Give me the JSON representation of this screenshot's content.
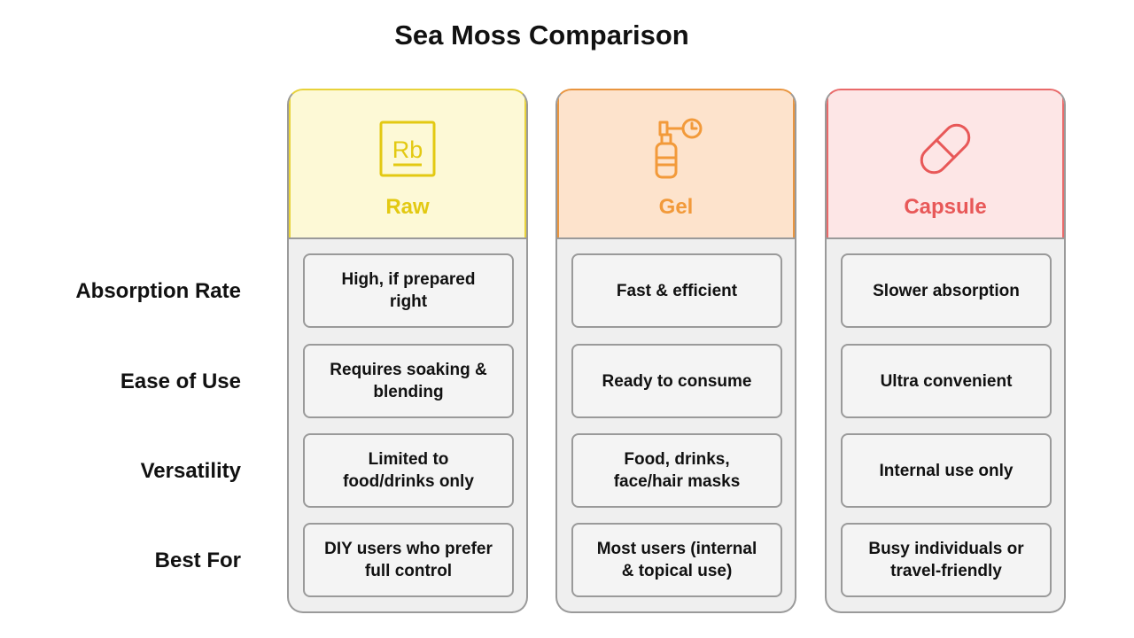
{
  "title": "Sea Moss Comparison",
  "row_labels": [
    "Absorption Rate",
    "Ease of Use",
    "Versatility",
    "Best For"
  ],
  "columns": [
    {
      "title": "Raw",
      "icon": "rb-element-icon",
      "icon_text": "Rb",
      "accent": "#e3c912",
      "header_bg": "#fdf9d6",
      "border": "#e8d23a",
      "cells": [
        "High, if prepared right",
        "Requires soaking & blending",
        "Limited to food/drinks only",
        "DIY users who prefer full control"
      ]
    },
    {
      "title": "Gel",
      "icon": "spray-bottle-timer-icon",
      "accent": "#f29a3a",
      "header_bg": "#fde3cc",
      "border": "#e9953f",
      "cells": [
        "Fast & efficient",
        "Ready to consume",
        "Food, drinks, face/hair masks",
        "Most users (internal & topical use)"
      ]
    },
    {
      "title": "Capsule",
      "icon": "pill-capsule-icon",
      "accent": "#e85858",
      "header_bg": "#fde6e6",
      "border": "#e96a6a",
      "cells": [
        "Slower absorption",
        "Ultra convenient",
        "Internal use only",
        "Busy individuals or travel-friendly"
      ]
    }
  ]
}
